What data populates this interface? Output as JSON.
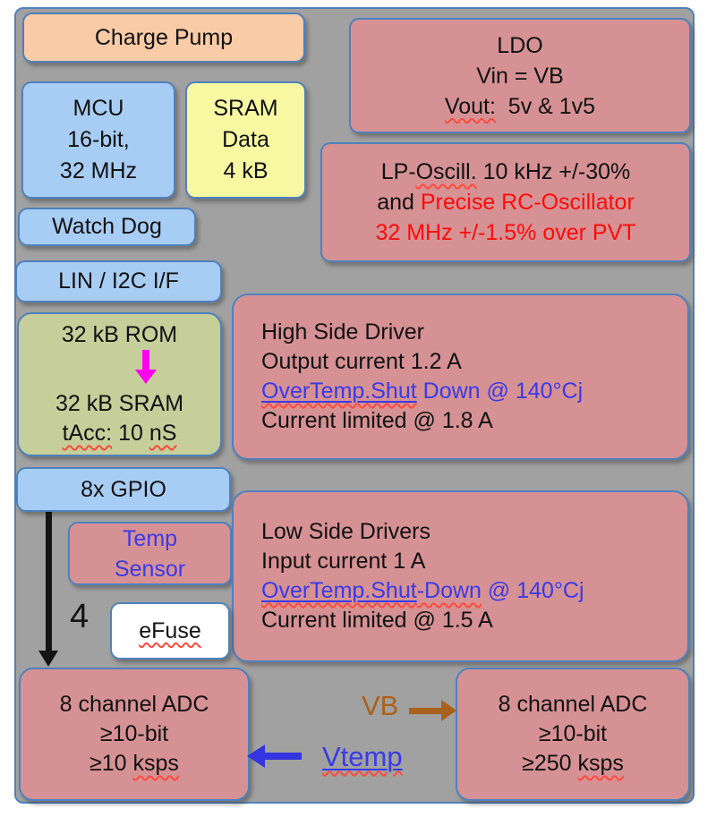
{
  "diagram": {
    "charge_pump": {
      "label": "Charge Pump"
    },
    "mcu": {
      "l1": "MCU",
      "l2": "16-bit,",
      "l3": "32 MHz"
    },
    "sram_data": {
      "l1": "SRAM",
      "l2": "Data",
      "l3": "4 kB"
    },
    "ldo": {
      "l1": "LDO",
      "l2": "Vin = VB",
      "l3a": "Vout:",
      "l3b": "  5v & 1v5"
    },
    "lp_osc": {
      "l1a": "LP-",
      "l1b": "Oscill.",
      "l1c": " 10 kHz +/-30%",
      "l2a": "and ",
      "l2b": "Precise RC-Oscillator",
      "l3": "32 MHz +/-1.5% over PVT"
    },
    "watch_dog": {
      "label": "Watch Dog"
    },
    "lin_i2c": {
      "label": "LIN / I2C I/F"
    },
    "memory": {
      "rom": "32 kB ROM",
      "sram": "32 kB SRAM",
      "tacc_a": "tAcc:",
      "tacc_b": " 10 ",
      "tacc_c": "nS"
    },
    "high_side": {
      "l1": "High Side Driver",
      "l2": "Output current 1.2 A",
      "l3a": "OverTemp.Shut",
      "l3b": " Down @ 140°Cj",
      "l4": "Current limited @ 1.8 A"
    },
    "gpio": {
      "label": "8x GPIO"
    },
    "temp_sensor": {
      "l1": "Temp",
      "l2": "Sensor"
    },
    "low_side": {
      "l1": "Low Side Drivers",
      "l2": "Input current 1 A",
      "l3a": "OverTemp.Shut",
      "l3b": "-Down",
      "l3c": " @ 140°Cj",
      "l4": "Current limited @ 1.5 A"
    },
    "efuse": {
      "label": "eFuse"
    },
    "bus_width": {
      "label": "4"
    },
    "adc_left": {
      "l1": "8 channel ADC",
      "l2": "≥10-bit",
      "l3a": "≥10 ",
      "l3b": "ksps"
    },
    "adc_right": {
      "l1": "8 channel ADC",
      "l2": "≥10-bit",
      "l3a": "≥250 ",
      "l3b": "ksps"
    },
    "vb": {
      "label": "VB"
    },
    "vtemp": {
      "label": "Vtemp"
    }
  },
  "colors": {
    "panel_bg": "#a1a1a1",
    "border_blue": "#4f81bd",
    "box_peach": "#f9cba6",
    "box_blue": "#a8cdf4",
    "box_yellow": "#f8f8a2",
    "box_pink": "#d69194",
    "box_green": "#c6ce9a",
    "box_white": "#ffffff",
    "text_red": "#fe0b0b",
    "text_blue": "#3a3ae8",
    "text_brown": "#a9611c",
    "arrow_magenta": "#ff00f0",
    "arrow_black": "#141414",
    "arrow_blue": "#3434e0",
    "arrow_brown": "#a9611c",
    "squiggle_red": "#ff4a3c"
  }
}
